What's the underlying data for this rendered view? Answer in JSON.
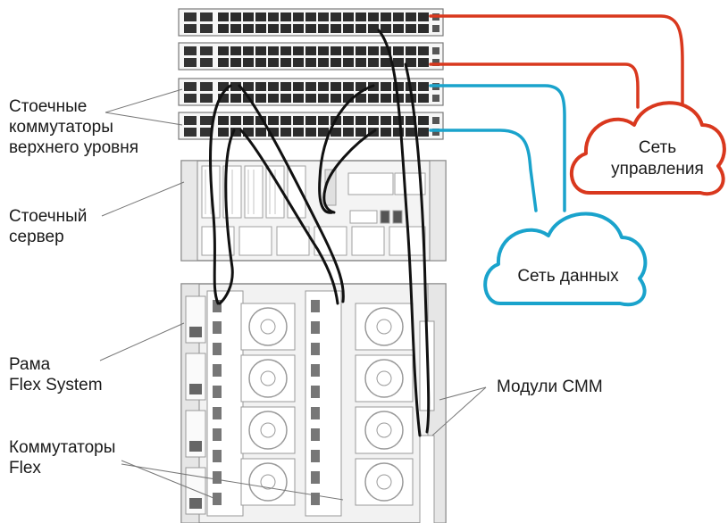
{
  "labels": {
    "rack_switches": [
      "Стоечные",
      "коммутаторы",
      "верхнего уровня"
    ],
    "rack_server": [
      "Стоечный",
      "сервер"
    ],
    "flex_chassis": [
      "Рама",
      "Flex System"
    ],
    "flex_switches": [
      "Коммутаторы",
      "Flex"
    ],
    "cmm_modules": "Модули CMM"
  },
  "clouds": {
    "management": [
      "Сеть",
      "управления"
    ],
    "data": "Сеть данных"
  },
  "colors": {
    "management_cable": "#d9381e",
    "data_cable": "#1aa3cc",
    "internal_cable": "#111111",
    "hardware_line": "#9a9a9a"
  }
}
